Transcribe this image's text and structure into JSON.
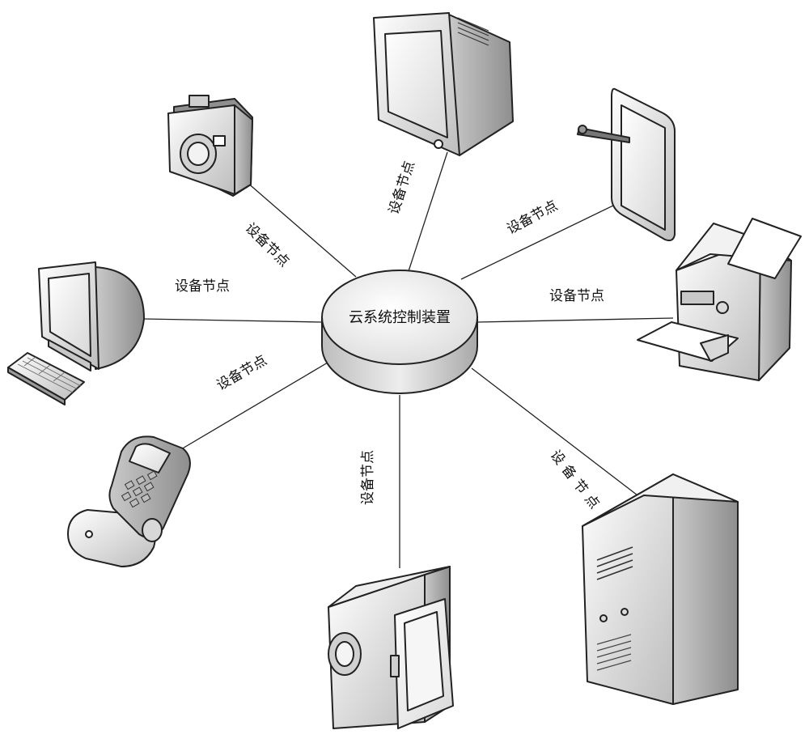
{
  "hub": {
    "label": "云系统控制装置"
  },
  "edges": {
    "camera": "设备节点",
    "crt_monitor": "设备节点",
    "tablet": "设备节点",
    "printer": "设备节点",
    "desktop_pc": "设备节点",
    "flip_phone": "设备节点",
    "camcorder": "设备节点",
    "server": "设备节点"
  },
  "colors": {
    "device_fill": "#e4e4e4",
    "device_dark": "#9a9a9a",
    "screen": "#f4f4f4",
    "line": "#222222"
  },
  "icons": [
    "camera-icon",
    "crt-monitor-icon",
    "tablet-icon",
    "printer-icon",
    "desktop-pc-icon",
    "flip-phone-icon",
    "camcorder-icon",
    "server-icon"
  ]
}
